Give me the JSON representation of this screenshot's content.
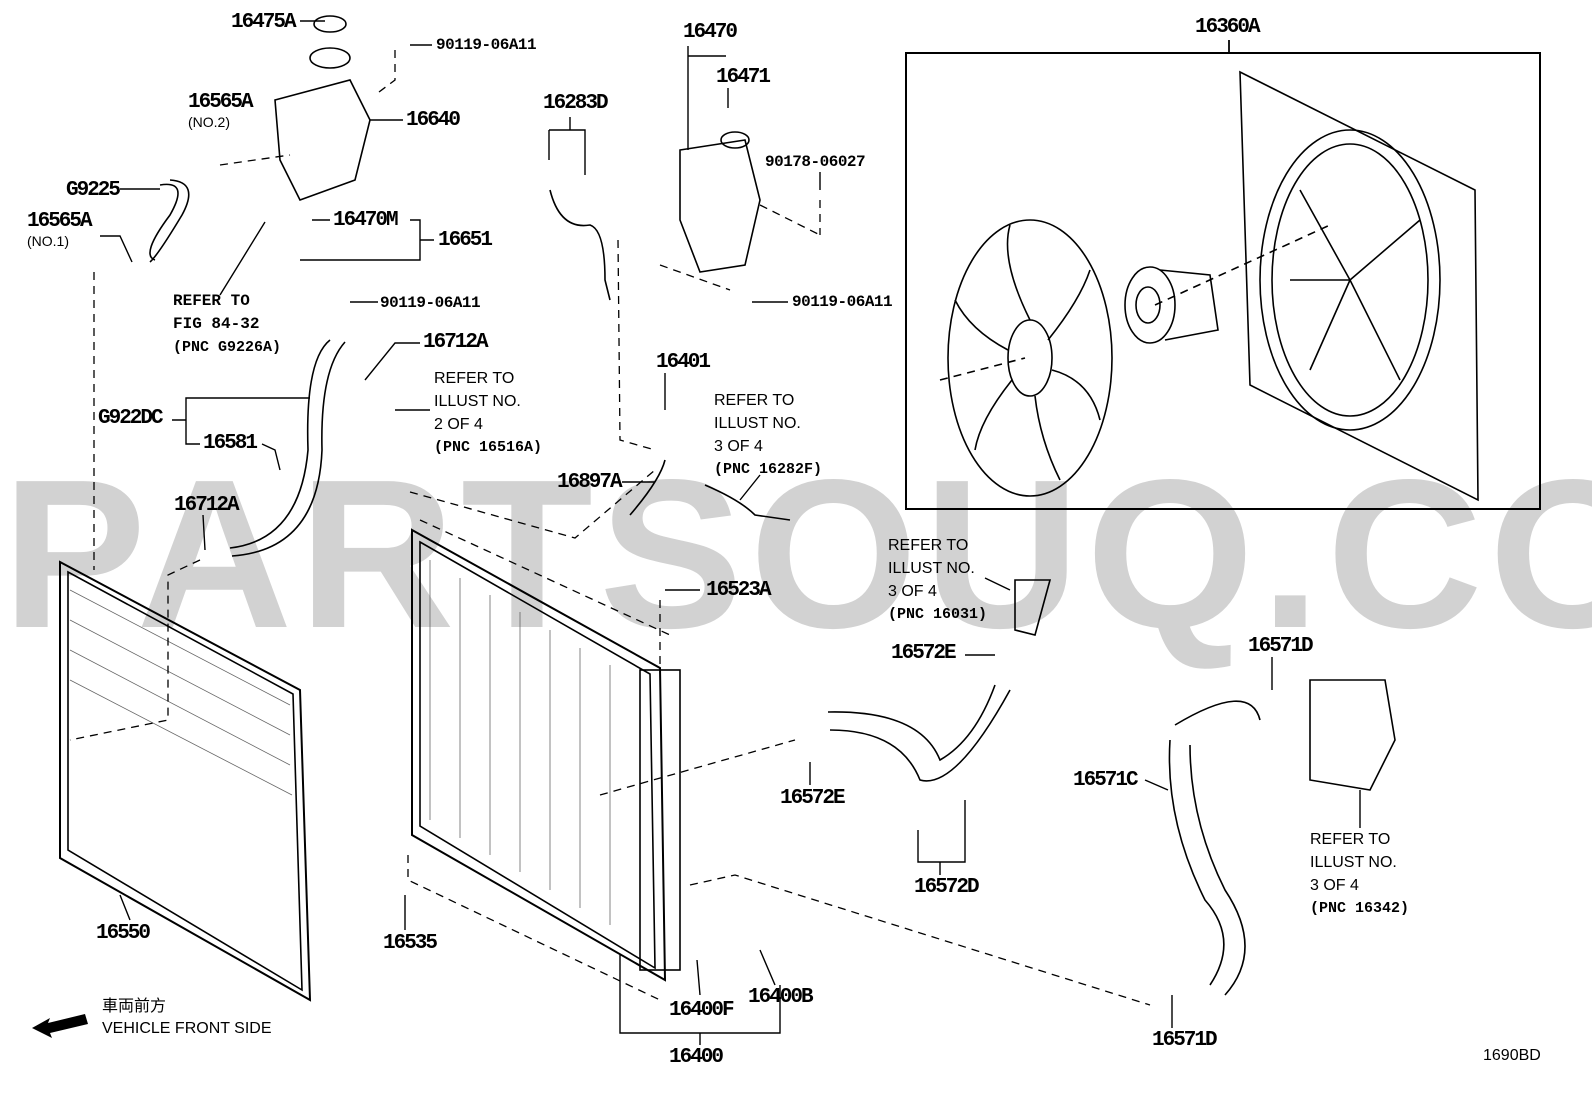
{
  "watermark": "PARTSOUQ.COM",
  "figure_code": "1690BD",
  "direction": {
    "jp": "車両前方",
    "en": "VEHICLE FRONT SIDE"
  },
  "labels": {
    "p16475A": "16475A",
    "p90119_top": "90119-06A11",
    "p16565A_2": "16565A",
    "p16565A_2_sub": "(NO.2)",
    "p16640": "16640",
    "pG9225": "G9225",
    "p16565A_1": "16565A",
    "p16565A_1_sub": "(NO.1)",
    "p16470M": "16470M",
    "p16651": "16651",
    "p90119_mid": "90119-06A11",
    "p16712A_top": "16712A",
    "pG922DC": "G922DC",
    "p16581": "16581",
    "p16712A_low": "16712A",
    "p16470": "16470",
    "p16471": "16471",
    "p16283D": "16283D",
    "p90178": "90178-06027",
    "p90119_right": "90119-06A11",
    "p16401": "16401",
    "p16897A": "16897A",
    "p16360A": "16360A",
    "p16523A": "16523A",
    "p16572E_top": "16572E",
    "p16571D_top": "16571D",
    "p16572E_low": "16572E",
    "p16571C": "16571C",
    "p16572D": "16572D",
    "p16550": "16550",
    "p16535": "16535",
    "p16400F": "16400F",
    "p16400B": "16400B",
    "p16400": "16400",
    "p16571D_low": "16571D"
  },
  "notes": {
    "fig84": {
      "l1": "REFER TO",
      "l2": "FIG 84-32",
      "l3": "(PNC G9226A)"
    },
    "illust2": {
      "l1": "REFER TO",
      "l2": "ILLUST NO.",
      "l3": "2 OF 4",
      "l4": "(PNC 16516A)"
    },
    "illust3a": {
      "l1": "REFER TO",
      "l2": "ILLUST NO.",
      "l3": "3 OF 4",
      "l4": "(PNC 16282F)"
    },
    "illust3b": {
      "l1": "REFER TO",
      "l2": "ILLUST NO.",
      "l3": "3 OF 4",
      "l4": "(PNC 16031)"
    },
    "illust3c": {
      "l1": "REFER TO",
      "l2": "ILLUST NO.",
      "l3": "3 OF 4",
      "l4": "(PNC 16342)"
    }
  }
}
